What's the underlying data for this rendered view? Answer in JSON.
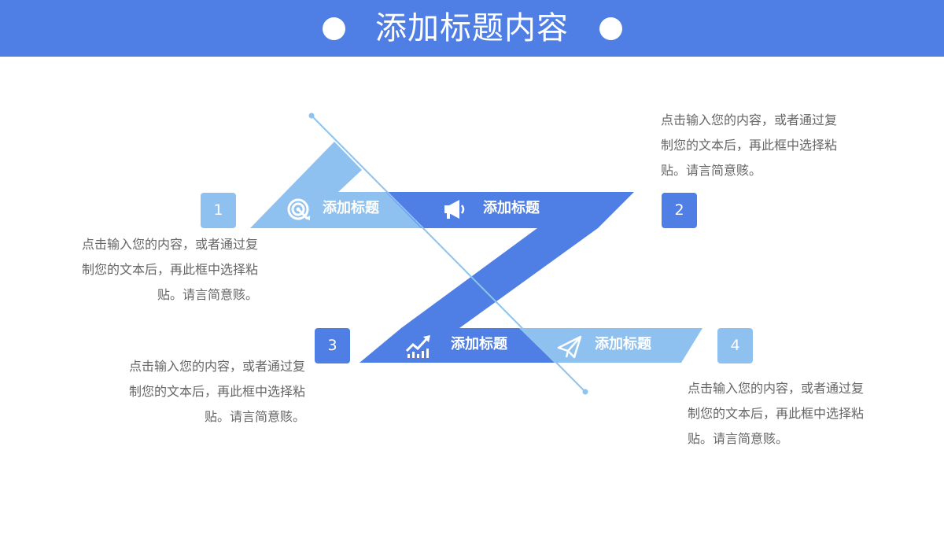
{
  "header": {
    "title": "添加标题内容"
  },
  "steps": [
    {
      "number": "1",
      "label": "添加标题",
      "icon": "target-icon"
    },
    {
      "number": "2",
      "label": "添加标题",
      "icon": "megaphone-icon"
    },
    {
      "number": "3",
      "label": "添加标题",
      "icon": "growth-chart-icon"
    },
    {
      "number": "4",
      "label": "添加标题",
      "icon": "paper-plane-icon"
    }
  ],
  "descriptions": [
    {
      "lines": [
        "点击输入您的内容，或者通过复",
        "制您的文本后，再此框中选择粘",
        "贴。请言简意赅。"
      ]
    },
    {
      "lines": [
        "点击输入您的内容，或者通过复",
        "制您的文本后，再此框中选择粘",
        "贴。请言简意赅。"
      ]
    },
    {
      "lines": [
        "点击输入您的内容，或者通过复",
        "制您的文本后，再此框中选择粘",
        "贴。请言简意赅。"
      ]
    },
    {
      "lines": [
        "点击输入您的内容，或者通过复",
        "制您的文本后，再此框中选择粘",
        "贴。请言简意赅。"
      ]
    }
  ],
  "colors": {
    "dark_blue": "#4F7FE4",
    "light_blue": "#8FC1F0",
    "line_blue": "#8DC3EE",
    "text_gray": "#666666"
  }
}
